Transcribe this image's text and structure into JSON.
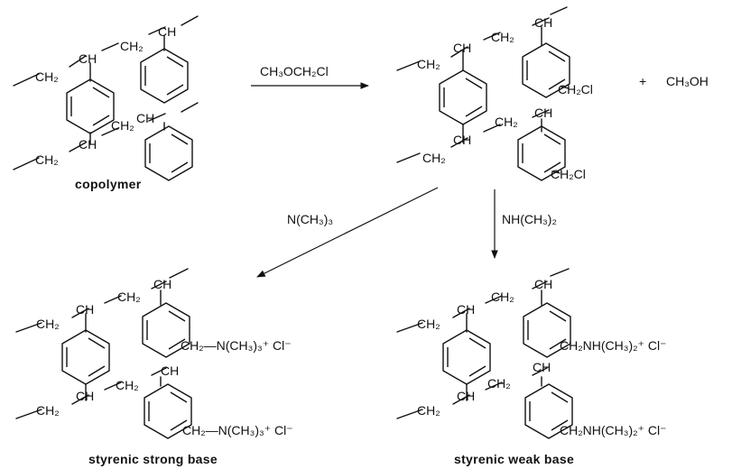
{
  "captions": {
    "copolymer": "copolymer",
    "strong": "styrenic strong base",
    "weak": "styrenic weak base"
  },
  "reagents": {
    "chloromethylation": "CH₃OCH₂Cl",
    "trimethylamine": "N(CH₃)₃",
    "dimethylamine": "NH(CH₃)₂"
  },
  "byproducts": {
    "plus": "+",
    "methanol": "CH₃OH"
  },
  "groups": {
    "ch": "CH",
    "ch2": "CH₂",
    "ch2cl": "CH₂Cl",
    "strong_top": "CH₂—N(CH₃)₃⁺ Cl⁻",
    "strong_bottom": "CH₂—N(CH₃)₃⁺ Cl⁻",
    "weak_top": "CH₂NH(CH₃)₂⁺ Cl⁻",
    "weak_bottom": "CH₂NH(CH₃)₂⁺ Cl⁻"
  }
}
